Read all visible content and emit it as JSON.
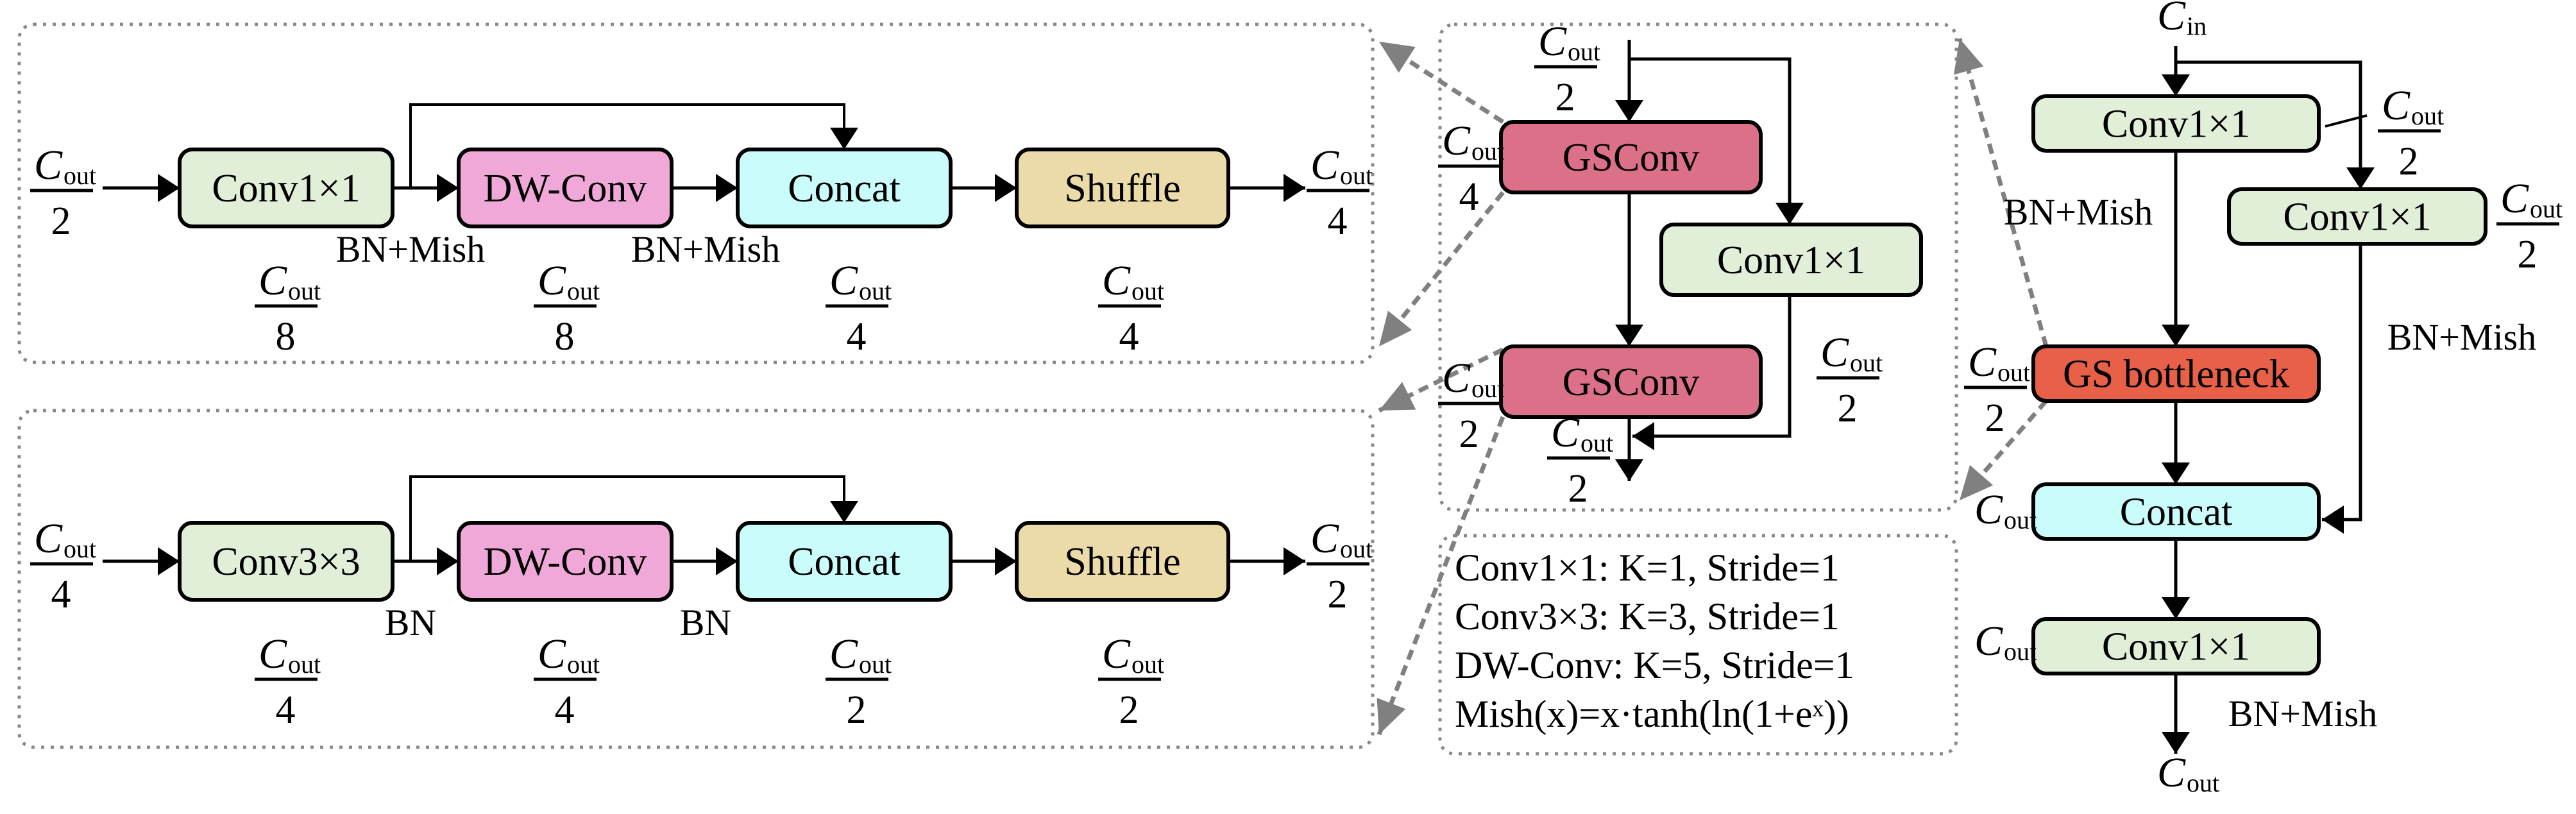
{
  "colors": {
    "conv": "#E1EED8",
    "dwconv": "#F0A8D8",
    "concat": "#CAFCFC",
    "shuffle": "#EBDBA8",
    "gsconv": "#DC7088",
    "gs_bottleneck": "#E86048",
    "stroke": "#000000",
    "connector": "#808080"
  },
  "top_panel": {
    "input": {
      "num": "C",
      "sub": "out",
      "den": "2"
    },
    "output": {
      "num": "C",
      "sub": "out",
      "den": "4"
    },
    "boxes": [
      {
        "label": "Conv1×1",
        "kind": "conv"
      },
      {
        "label": "DW-Conv",
        "kind": "dwconv"
      },
      {
        "label": "Concat",
        "kind": "concat"
      },
      {
        "label": "Shuffle",
        "kind": "shuffle"
      }
    ],
    "activations": [
      "BN+Mish",
      "BN+Mish"
    ],
    "channels": [
      {
        "num": "C",
        "sub": "out",
        "den": "8"
      },
      {
        "num": "C",
        "sub": "out",
        "den": "8"
      },
      {
        "num": "C",
        "sub": "out",
        "den": "4"
      },
      {
        "num": "C",
        "sub": "out",
        "den": "4"
      }
    ]
  },
  "bottom_panel": {
    "input": {
      "num": "C",
      "sub": "out",
      "den": "4"
    },
    "output": {
      "num": "C",
      "sub": "out",
      "den": "2"
    },
    "boxes": [
      {
        "label": "Conv3×3",
        "kind": "conv"
      },
      {
        "label": "DW-Conv",
        "kind": "dwconv"
      },
      {
        "label": "Concat",
        "kind": "concat"
      },
      {
        "label": "Shuffle",
        "kind": "shuffle"
      }
    ],
    "activations": [
      "BN",
      "BN"
    ],
    "channels": [
      {
        "num": "C",
        "sub": "out",
        "den": "4"
      },
      {
        "num": "C",
        "sub": "out",
        "den": "4"
      },
      {
        "num": "C",
        "sub": "out",
        "den": "2"
      },
      {
        "num": "C",
        "sub": "out",
        "den": "2"
      }
    ]
  },
  "middle_panel": {
    "input": {
      "num": "C",
      "sub": "out",
      "den": "2"
    },
    "gsconv_top": {
      "label": "GSConv",
      "channel": {
        "num": "C",
        "sub": "out",
        "den": "4"
      }
    },
    "conv_mid": {
      "label": "Conv1×1",
      "channel": {
        "num": "C",
        "sub": "out",
        "den": "2"
      }
    },
    "gsconv_bottom": {
      "label": "GSConv",
      "channel": {
        "num": "C",
        "sub": "out",
        "den": "2"
      }
    },
    "output": {
      "num": "C",
      "sub": "out",
      "den": "2"
    }
  },
  "legend": {
    "lines": [
      "Conv1×1: K=1, Stride=1",
      "Conv3×3: K=3, Stride=1",
      "DW-Conv: K=5, Stride=1",
      "Mish(x)=x·tanh(ln(1+eˣ))"
    ]
  },
  "right_panel": {
    "input": {
      "num": "C",
      "sub": "in"
    },
    "conv_a": {
      "label": "Conv1×1",
      "activation": "BN+Mish",
      "channel": {
        "num": "C",
        "sub": "out",
        "den": "2"
      }
    },
    "conv_b": {
      "label": "Conv1×1",
      "activation": "BN+Mish",
      "channel": {
        "num": "C",
        "sub": "out",
        "den": "2"
      }
    },
    "gs_bottleneck": {
      "label": "GS bottleneck",
      "channel": {
        "num": "C",
        "sub": "out",
        "den": "2"
      }
    },
    "concat": {
      "label": "Concat",
      "channel": {
        "num": "C",
        "sub": "out"
      }
    },
    "conv_out": {
      "label": "Conv1×1",
      "activation": "BN+Mish",
      "channel": {
        "num": "C",
        "sub": "out"
      }
    },
    "output": {
      "num": "C",
      "sub": "out"
    }
  }
}
